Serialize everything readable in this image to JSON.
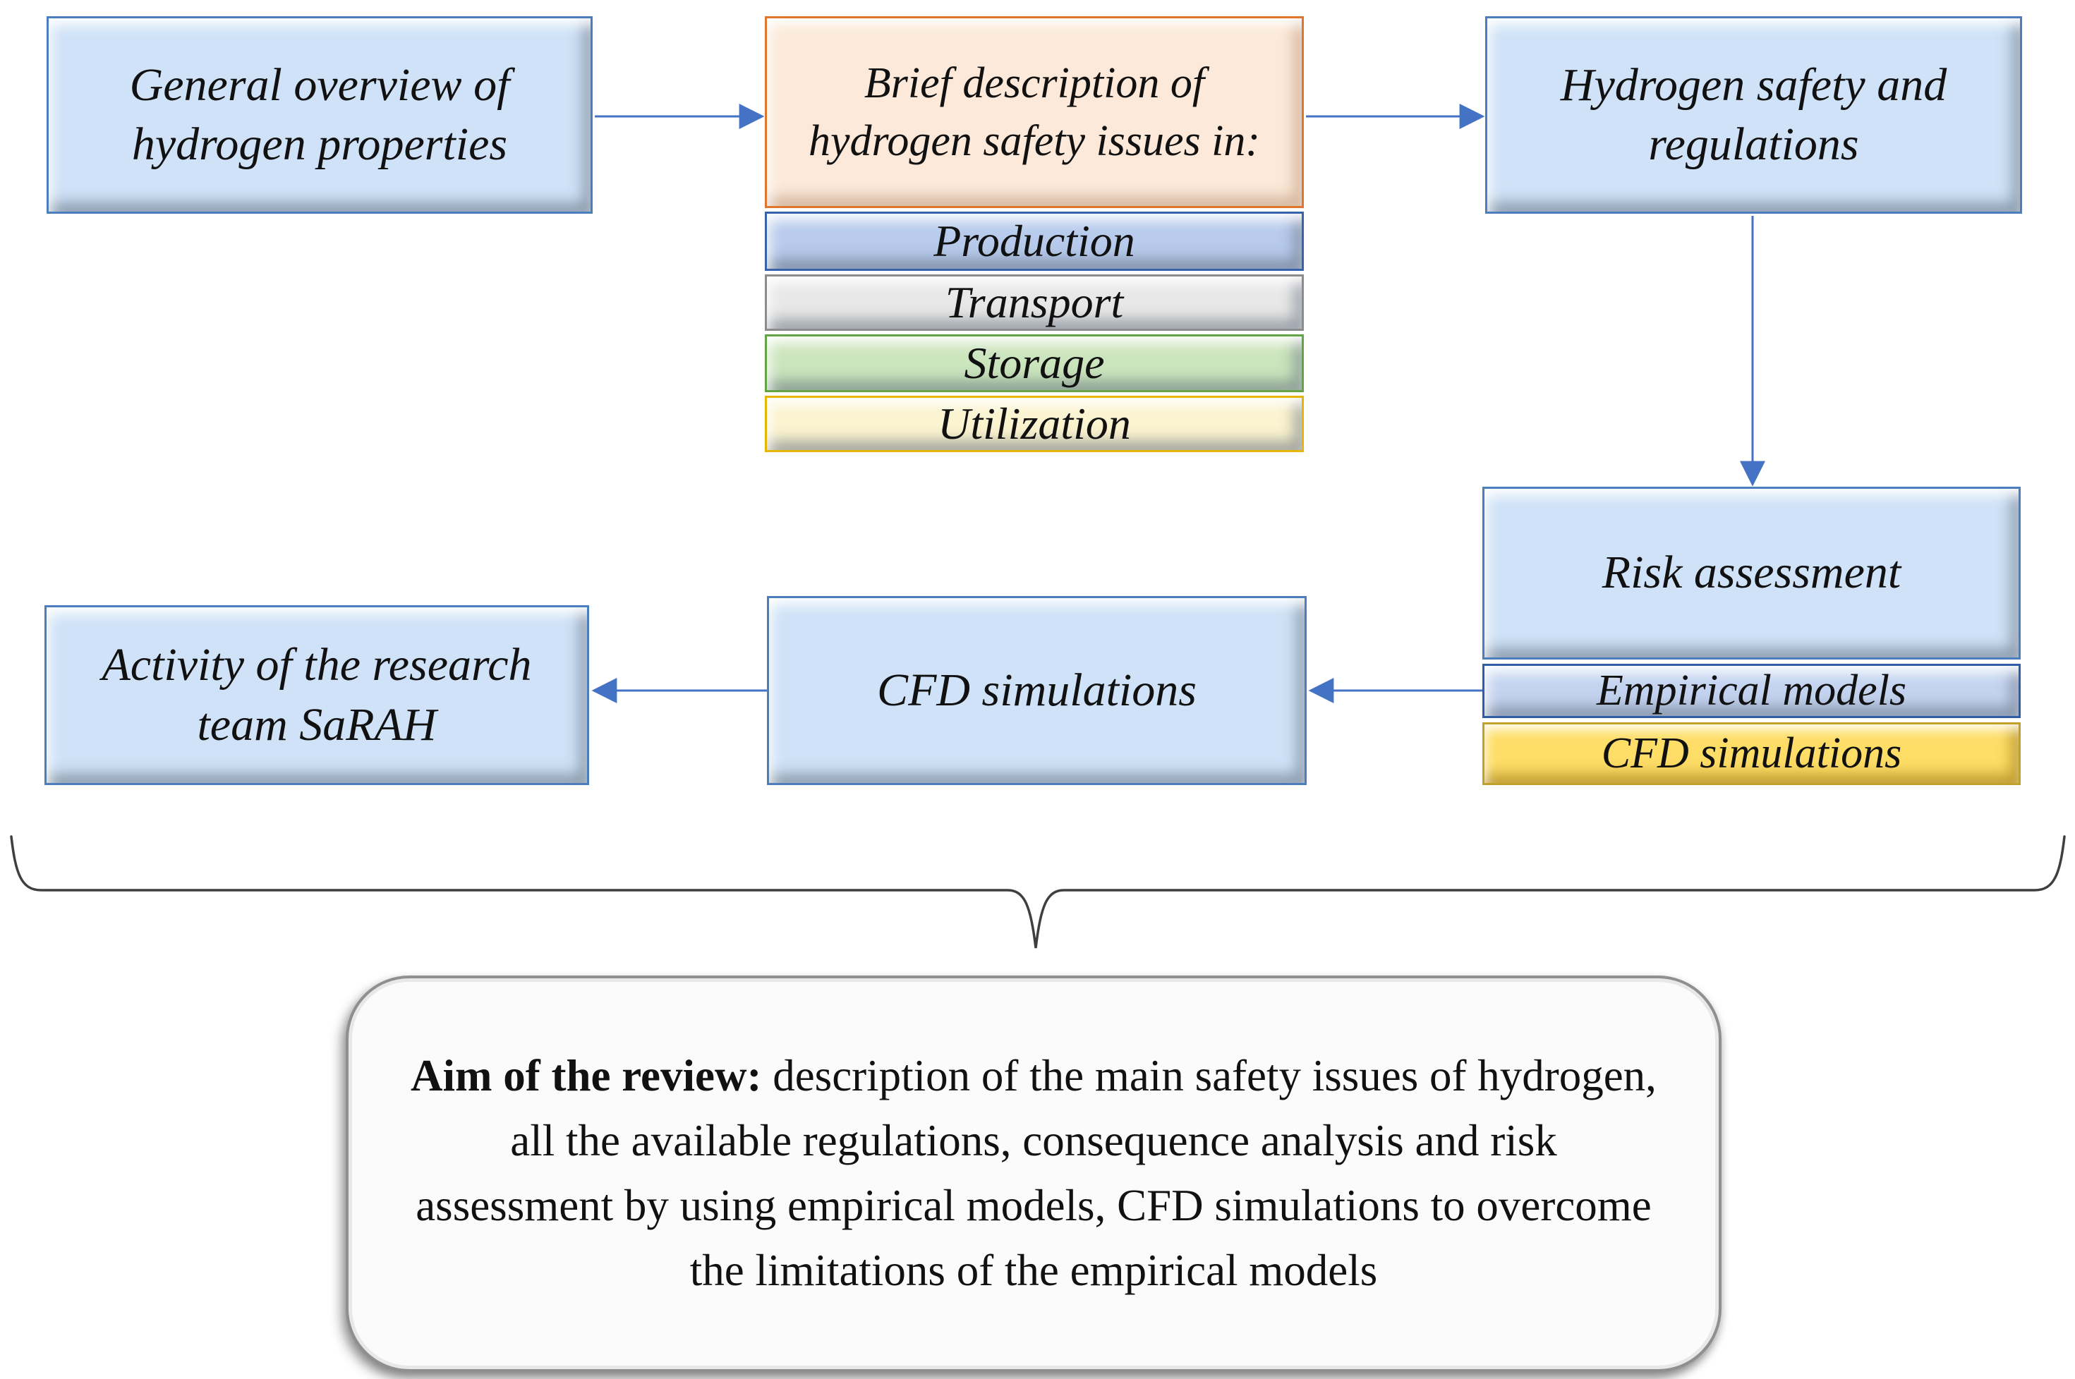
{
  "title": "Hydrogen safety review flow diagram",
  "boxes": {
    "general_overview": {
      "label": "General overview of hydrogen properties"
    },
    "brief_description": {
      "label": "Brief description of hydrogen safety issues in:"
    },
    "production": {
      "label": "Production"
    },
    "transport": {
      "label": "Transport"
    },
    "storage": {
      "label": "Storage"
    },
    "utilization": {
      "label": "Utilization"
    },
    "hydrogen_safety": {
      "label": "Hydrogen safety and regulations"
    },
    "risk_assessment": {
      "label": "Risk assessment"
    },
    "empirical_models": {
      "label": "Empirical models"
    },
    "cfd_simulations_band": {
      "label": "CFD simulations"
    },
    "cfd_simulations_center": {
      "label": "CFD simulations"
    },
    "activity_team": {
      "label": "Activity of the research team SaRAH"
    }
  },
  "aim": {
    "lead": "Aim of the review:",
    "body": "description of the main safety issues of hydrogen, all the available regulations, consequence analysis and risk assessment by using empirical models, CFD simulations to overcome the limitations of the empirical models"
  },
  "colors": {
    "blue-fill": "#cfe2f7",
    "blue-border": "#4a7ebc",
    "peach-fill": "#fce9d9",
    "peach-border": "#e0752c",
    "prod-fill": "#b8cbec",
    "prod-border": "#3763ad",
    "trans-fill": "#e9e8e8",
    "trans-border": "#8c8c8c",
    "stor-fill": "#cbe5bd",
    "stor-border": "#63a544",
    "util-fill": "#fbf4d0",
    "util-border": "#e5b507",
    "emp-fill": "#c4d4f0",
    "emp-border": "#2f5da8",
    "gold-fill": "#fede67",
    "gold-border": "#c0a12a",
    "aim-fill": "#fbfbfb",
    "aim-border": "#8f8f8f",
    "arrow": "#4472c4",
    "brace": "#3f3f3f",
    "ink": "#111111"
  }
}
